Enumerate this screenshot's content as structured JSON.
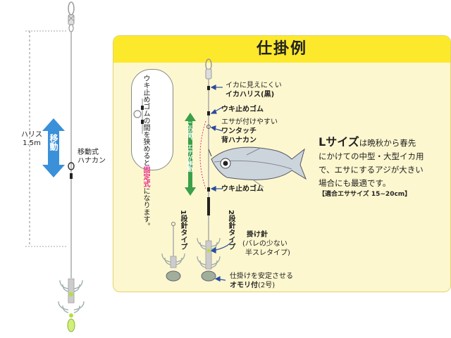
{
  "panel": {
    "title": "仕掛例"
  },
  "left_diagram": {
    "harisu_label": "ハリス",
    "harisu_length": "1.5m",
    "move_label": "移動",
    "hanakan_label": "移動式\nハナカン"
  },
  "example": {
    "callout_ikaharisu_small": "イカに見えにくい",
    "callout_ikaharisu": "イカハリス(黒)",
    "callout_ukidome_top": "ウキ止めゴム",
    "callout_esa_small": "エサが付けやすい",
    "callout_onetouch": "ワンタッチ",
    "callout_sehanakan": "背ハナカン",
    "callout_ukidome_bottom": "ウキ止めゴム",
    "callout_kakebari": "掛け針",
    "callout_kakebari_sub1": "(バレの少ない",
    "callout_kakebari_sub2": "半スレタイプ)",
    "callout_omori_small": "仕掛けを安定させる",
    "callout_omori": "オモリ付",
    "callout_omori_sub": "(2号)",
    "type_1": "1段針タイプ",
    "type_2": "2段針タイプ",
    "range_label": "この間、エサが移動",
    "note_part1": "ウキ止めゴムの間を狭めると",
    "note_part2": "固定式",
    "note_part3": "になります。"
  },
  "description": {
    "lsize": "Lサイズ",
    "line1": "は晩秋から春先",
    "line2": "にかけての中型・大型イカ用",
    "line3": "で、エサにするアジが大きい",
    "line4": "場合にも最適です。",
    "size_note": "【適合エササイズ 15~20cm】"
  },
  "colors": {
    "panel_bg": "#fdf7cf",
    "header_bg": "#fde92c",
    "move_arrow": "#3a90d9",
    "range_arrow": "#3aa04a",
    "accent_pink": "#e7338a",
    "hook_green": "#b6de3c",
    "callout_arrow": "#2a4ba0"
  }
}
